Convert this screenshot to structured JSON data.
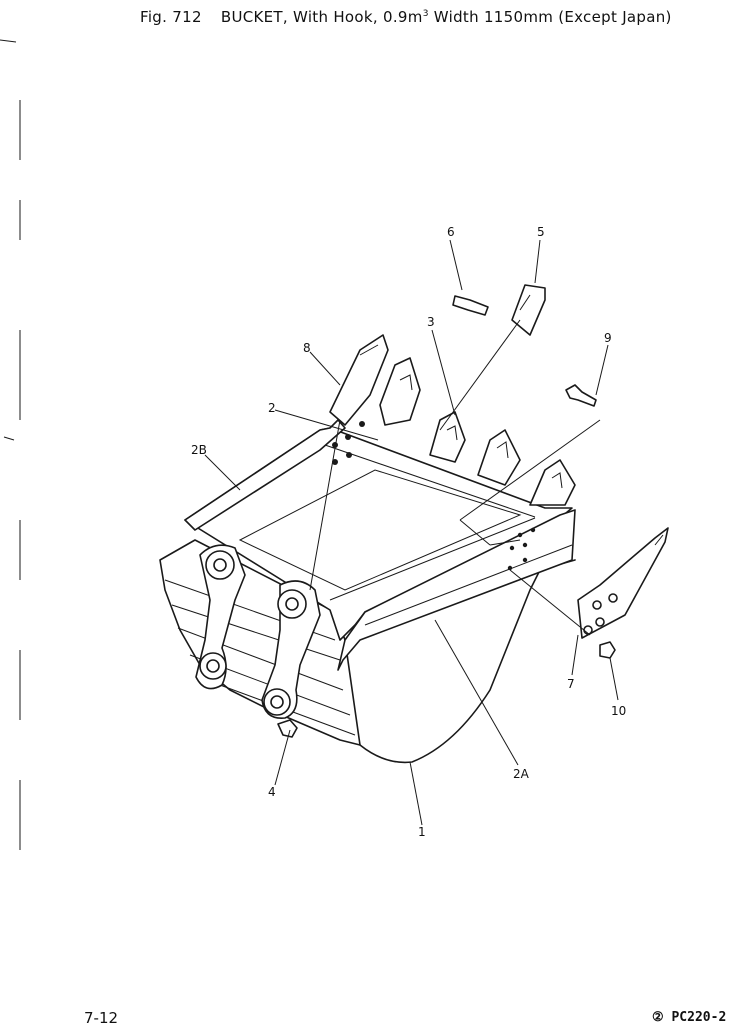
{
  "header": {
    "fig_label": "Fig. 712",
    "title_pre": "BUCKET, With Hook, 0.9m",
    "title_sup": "3",
    "title_post": "Width 1150mm (Except Japan)"
  },
  "footer": {
    "page_number": "7-12",
    "model_code": "② PC220-2"
  },
  "callouts": {
    "c1": "1",
    "c2": "2",
    "c2a": "2A",
    "c2b": "2B",
    "c3": "3",
    "c4": "4",
    "c5": "5",
    "c6": "6",
    "c7": "7",
    "c8": "8",
    "c9": "9",
    "c10": "10"
  }
}
